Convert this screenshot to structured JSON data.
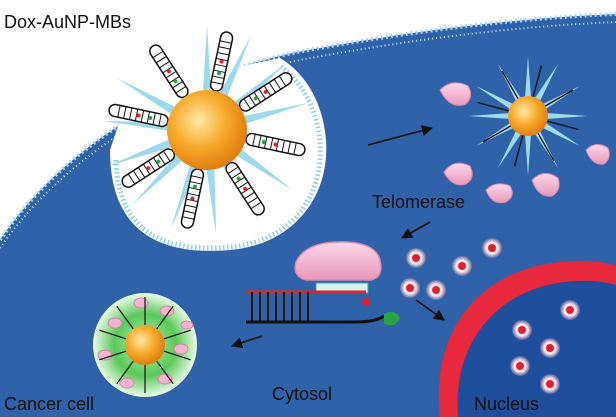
{
  "labels": {
    "probe": "Dox-AuNP-MBs",
    "enzyme": "Telomerase",
    "cell": "Cancer cell",
    "cytosol": "Cytosol",
    "nucleus": "Nucleus"
  },
  "colors": {
    "background": "#ffffff",
    "cell_body": "#2f62a8",
    "membrane_dots": "#8ed0e6",
    "nucleus_red": "#e8283c",
    "nucleus_inner": "#1f4f9c",
    "gold_core": "#f7a92a",
    "spike": "#9fd9ec",
    "telomerase": "#f2b3cf",
    "strand_red": "#d62a2a",
    "strand_green": "#28a448",
    "dox_red": "#e0202e",
    "halo_green": "#5cc85a"
  }
}
